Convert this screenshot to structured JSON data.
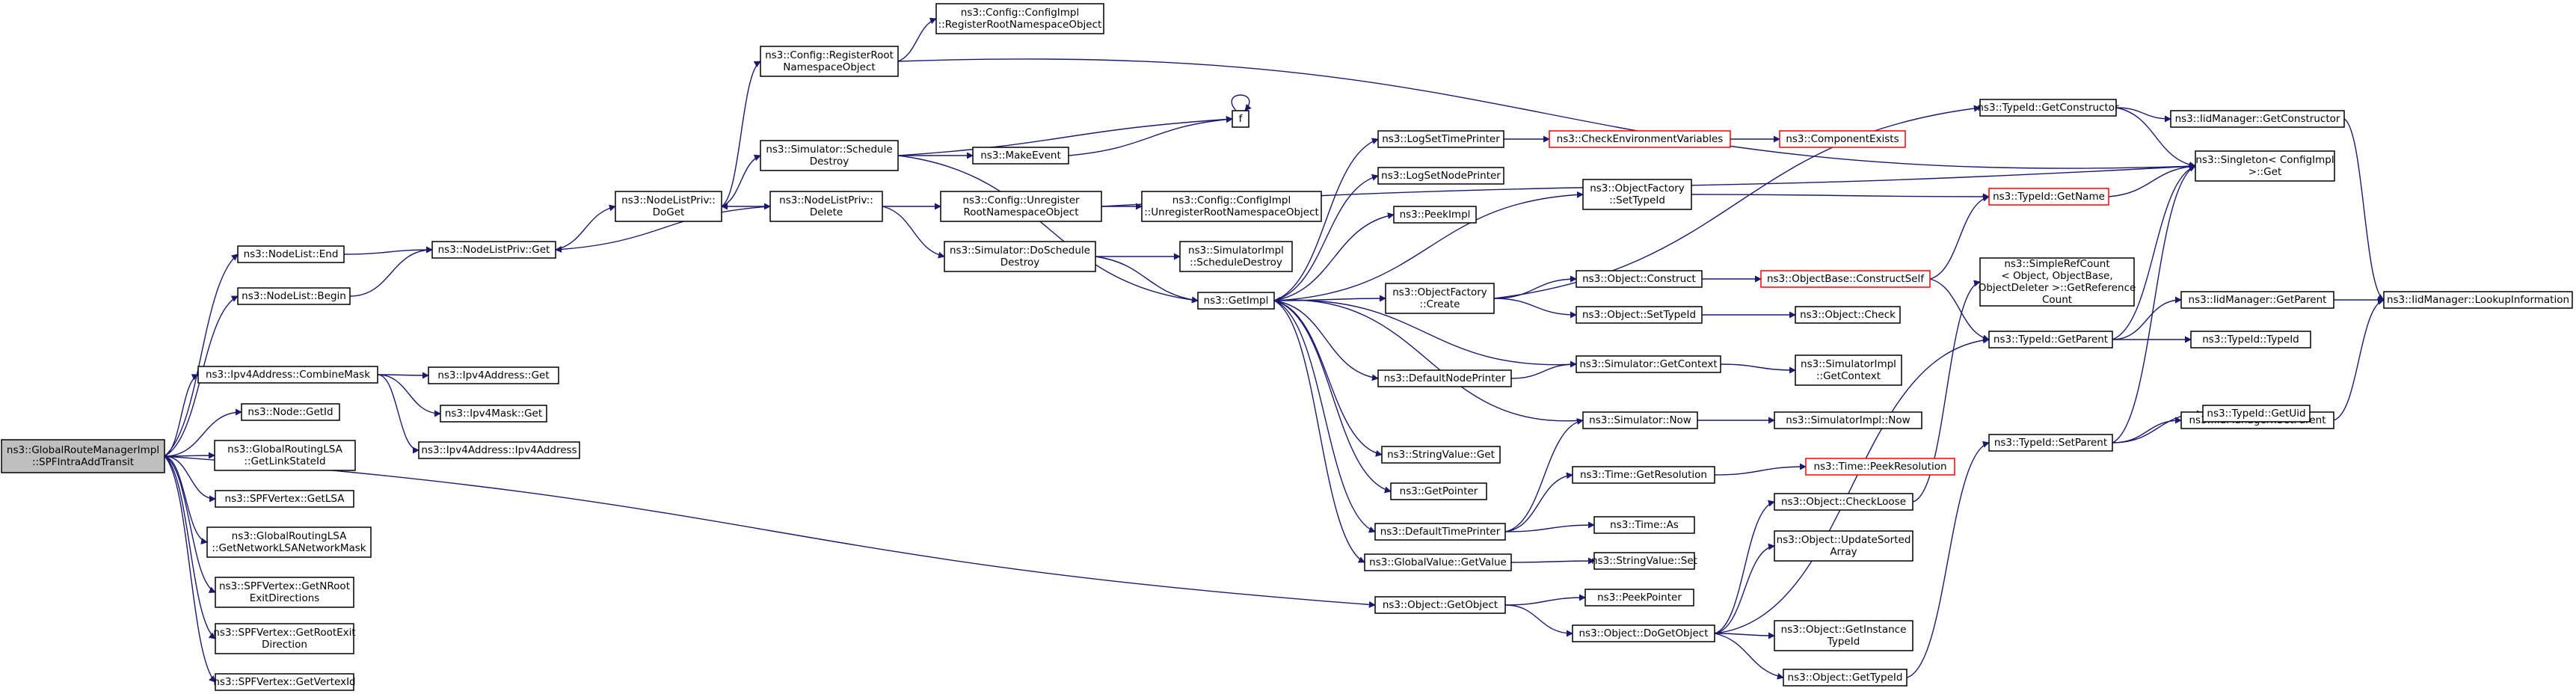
{
  "colors": {
    "edge": "#191970",
    "node_border": "#000000",
    "root_fill": "#bfbfbf",
    "highlight_border": "#ff0000"
  },
  "nodes": [
    {
      "id": "root",
      "lines": [
        "ns3::GlobalRouteManagerImpl",
        "::SPFIntraAddTransit"
      ],
      "style": "root"
    },
    {
      "id": "nlEnd",
      "lines": [
        "ns3::NodeList::End"
      ]
    },
    {
      "id": "nlBegin",
      "lines": [
        "ns3::NodeList::Begin"
      ]
    },
    {
      "id": "nlpGet",
      "lines": [
        "ns3::NodeListPriv::Get"
      ]
    },
    {
      "id": "nlpDoGet",
      "lines": [
        "ns3::NodeListPriv::",
        "DoGet"
      ]
    },
    {
      "id": "nlpDelete",
      "lines": [
        "ns3::NodeListPriv::",
        "Delete"
      ]
    },
    {
      "id": "regRoot",
      "lines": [
        "ns3::Config::RegisterRoot",
        "NamespaceObject"
      ]
    },
    {
      "id": "cfgRegRoot",
      "lines": [
        "ns3::Config::ConfigImpl",
        "::RegisterRootNamespaceObject"
      ]
    },
    {
      "id": "simSchedDestroy",
      "lines": [
        "ns3::Simulator::Schedule",
        "Destroy"
      ]
    },
    {
      "id": "f",
      "lines": [
        "f"
      ]
    },
    {
      "id": "makeEvent",
      "lines": [
        "ns3::MakeEvent"
      ]
    },
    {
      "id": "unregRoot",
      "lines": [
        "ns3::Config::Unregister",
        "RootNamespaceObject"
      ]
    },
    {
      "id": "cfgUnregRoot",
      "lines": [
        "ns3::Config::ConfigImpl",
        "::UnregisterRootNamespaceObject"
      ]
    },
    {
      "id": "simDoSched",
      "lines": [
        "ns3::Simulator::DoSchedule",
        "Destroy"
      ]
    },
    {
      "id": "simImplSched",
      "lines": [
        "ns3::SimulatorImpl",
        "::ScheduleDestroy"
      ]
    },
    {
      "id": "getImpl",
      "lines": [
        "ns3::GetImpl"
      ]
    },
    {
      "id": "logTime",
      "lines": [
        "ns3::LogSetTimePrinter"
      ]
    },
    {
      "id": "logNode",
      "lines": [
        "ns3::LogSetNodePrinter"
      ]
    },
    {
      "id": "peekImpl",
      "lines": [
        "ns3::PeekImpl"
      ]
    },
    {
      "id": "checkEnv",
      "lines": [
        "ns3::CheckEnvironmentVariables"
      ],
      "style": "red"
    },
    {
      "id": "compExists",
      "lines": [
        "ns3::ComponentExists"
      ],
      "style": "red"
    },
    {
      "id": "ofSetTypeId",
      "lines": [
        "ns3::ObjectFactory",
        "::SetTypeId"
      ]
    },
    {
      "id": "ofCreate",
      "lines": [
        "ns3::ObjectFactory",
        "::Create"
      ]
    },
    {
      "id": "objConstruct",
      "lines": [
        "ns3::Object::Construct"
      ]
    },
    {
      "id": "objSetTypeId",
      "lines": [
        "ns3::Object::SetTypeId"
      ]
    },
    {
      "id": "obConstructSelf",
      "lines": [
        "ns3::ObjectBase::ConstructSelf"
      ],
      "style": "red"
    },
    {
      "id": "objCheck",
      "lines": [
        "ns3::Object::Check"
      ]
    },
    {
      "id": "defNodePrinter",
      "lines": [
        "ns3::DefaultNodePrinter"
      ]
    },
    {
      "id": "simGetContext",
      "lines": [
        "ns3::Simulator::GetContext"
      ]
    },
    {
      "id": "simImplGetContext",
      "lines": [
        "ns3::SimulatorImpl",
        "::GetContext"
      ]
    },
    {
      "id": "simNow",
      "lines": [
        "ns3::Simulator::Now"
      ]
    },
    {
      "id": "simImplNow",
      "lines": [
        "ns3::SimulatorImpl::Now"
      ]
    },
    {
      "id": "strValGet",
      "lines": [
        "ns3::StringValue::Get"
      ]
    },
    {
      "id": "getPointer",
      "lines": [
        "ns3::GetPointer"
      ]
    },
    {
      "id": "timeGetRes",
      "lines": [
        "ns3::Time::GetResolution"
      ]
    },
    {
      "id": "timePeekRes",
      "lines": [
        "ns3::Time::PeekResolution"
      ],
      "style": "red"
    },
    {
      "id": "defTimePrinter",
      "lines": [
        "ns3::DefaultTimePrinter"
      ]
    },
    {
      "id": "timeAs",
      "lines": [
        "ns3::Time::As"
      ]
    },
    {
      "id": "gvGetValue",
      "lines": [
        "ns3::GlobalValue::GetValue"
      ]
    },
    {
      "id": "strValSet",
      "lines": [
        "ns3::StringValue::Set"
      ]
    },
    {
      "id": "objGetObject",
      "lines": [
        "ns3::Object::GetObject"
      ]
    },
    {
      "id": "peekPointer",
      "lines": [
        "ns3::PeekPointer"
      ]
    },
    {
      "id": "objDoGetObject",
      "lines": [
        "ns3::Object::DoGetObject"
      ]
    },
    {
      "id": "objCheckLoose",
      "lines": [
        "ns3::Object::CheckLoose"
      ]
    },
    {
      "id": "objUpdateSorted",
      "lines": [
        "ns3::Object::UpdateSorted",
        "Array"
      ]
    },
    {
      "id": "objGetInstance",
      "lines": [
        "ns3::Object::GetInstance",
        "TypeId"
      ]
    },
    {
      "id": "objGetTypeId",
      "lines": [
        "ns3::Object::GetTypeId"
      ]
    },
    {
      "id": "simpleRef",
      "lines": [
        "ns3::SimpleRefCount",
        "< Object, ObjectBase,",
        " ObjectDeleter >::GetReference",
        "Count"
      ]
    },
    {
      "id": "tidGetConstructor",
      "lines": [
        "ns3::TypeId::GetConstructor"
      ]
    },
    {
      "id": "tidGetName",
      "lines": [
        "ns3::TypeId::GetName"
      ],
      "style": "red"
    },
    {
      "id": "tidGetParent",
      "lines": [
        "ns3::TypeId::GetParent"
      ]
    },
    {
      "id": "tidSetParent",
      "lines": [
        "ns3::TypeId::SetParent"
      ]
    },
    {
      "id": "iidGetConstructor",
      "lines": [
        "ns3::IidManager::GetConstructor"
      ]
    },
    {
      "id": "singletonGet",
      "lines": [
        "ns3::Singleton< ConfigImpl",
        " >::Get"
      ]
    },
    {
      "id": "iidGetParent",
      "lines": [
        "ns3::IidManager::GetParent"
      ]
    },
    {
      "id": "tidTypeId",
      "lines": [
        "ns3::TypeId::TypeId"
      ]
    },
    {
      "id": "iidSetParent",
      "lines": [
        "ns3::IidManager::SetParent"
      ]
    },
    {
      "id": "tidGetUid",
      "lines": [
        "ns3::TypeId::GetUid"
      ]
    },
    {
      "id": "iidLookup",
      "lines": [
        "ns3::IidManager::LookupInformation"
      ]
    },
    {
      "id": "ipv4Combine",
      "lines": [
        "ns3::Ipv4Address::CombineMask"
      ]
    },
    {
      "id": "ipv4AddrGet",
      "lines": [
        "ns3::Ipv4Address::Get"
      ]
    },
    {
      "id": "ipv4MaskGet",
      "lines": [
        "ns3::Ipv4Mask::Get"
      ]
    },
    {
      "id": "ipv4AddrCtor",
      "lines": [
        "ns3::Ipv4Address::Ipv4Address"
      ]
    },
    {
      "id": "nodeGetId",
      "lines": [
        "ns3::Node::GetId"
      ]
    },
    {
      "id": "grlsaLinkState",
      "lines": [
        "ns3::GlobalRoutingLSA",
        "::GetLinkStateId"
      ]
    },
    {
      "id": "spfGetLSA",
      "lines": [
        "ns3::SPFVertex::GetLSA"
      ]
    },
    {
      "id": "grlsaNetMask",
      "lines": [
        "ns3::GlobalRoutingLSA",
        "::GetNetworkLSANetworkMask"
      ]
    },
    {
      "id": "spfNRoot",
      "lines": [
        "ns3::SPFVertex::GetNRoot",
        "ExitDirections"
      ]
    },
    {
      "id": "spfRootExit",
      "lines": [
        "ns3::SPFVertex::GetRootExit",
        "Direction"
      ]
    },
    {
      "id": "spfVertexId",
      "lines": [
        "ns3::SPFVertex::GetVertexId"
      ]
    }
  ]
}
